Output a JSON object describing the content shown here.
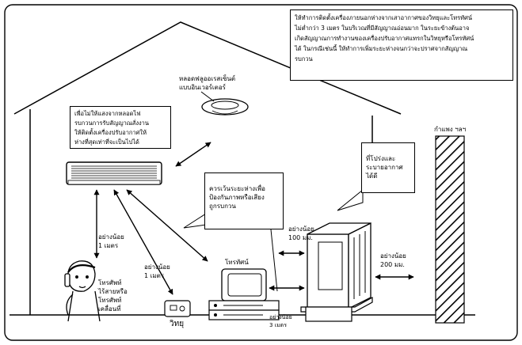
{
  "notes": {
    "top_right": "ให้ทำการติดตั้งเครื่องภายนอกห่างจากเสาอากาศของวิทยุและโทรทัศน์\nไม่ต่ำกว่า 3 เมตร ในบริเวณที่มีสัญญาณอ่อนมาก ในระยะข้างต้นอาจ\nเกิดสัญญาณการทำงานของเครื่องปรับอากาศแทรกในวิทยุหรือโทรทัศน์\nได้ ในกรณีเช่นนี้ ให้ทำการเพิ่มระยะห่างจนกว่าจะปราศจากสัญญาณ\nรบกวน",
    "lamp_box": "เพื่อไม่ให้แสงจากหลอดไฟ\nรบกวนการรับสัญญาณสั่งงาน\nให้ติดตั้งเครื่องปรับอากาศให้\nห่างที่สุดเท่าที่จะเป็นไปได้",
    "noise_box": "ควรเว้นระยะห่างเพื่อ\nป้องกันภาพหรือเสียง\nถูกรบกวน",
    "vent_box": "ที่โปร่งและ\nระบายอากาศ\nได้ดี"
  },
  "labels": {
    "lamp": "หลอดฟลูออเรสเซ็นต์\nแบบอินเวอร์เตอร์",
    "wall": "กำแพง ฯลฯ",
    "dist_1m_phone": "อย่างน้อย\n1 เมตร",
    "dist_1m_radio": "อย่างน้อย\n1 เมตร",
    "dist_3m": "อย่างน้อย\n3 เมตร",
    "dist_100mm": "อย่างน้อย\n100 มม.",
    "dist_200mm": "อย่างน้อย\n200 มม.",
    "tv": "โทรทัศน์",
    "phone": "โทรศัพท์\nไร้สายหรือ\nโทรศัพท์\nเคลื่อนที่",
    "radio": "วิทยุ"
  }
}
